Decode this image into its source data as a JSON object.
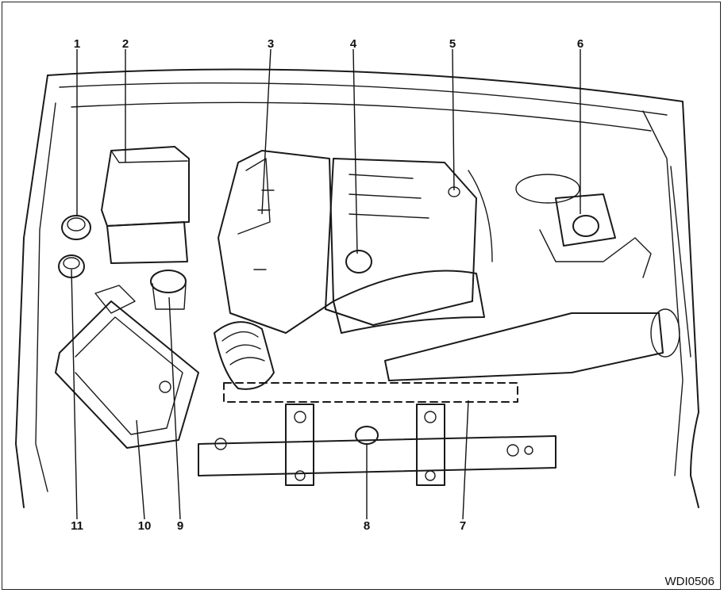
{
  "callouts": {
    "c1": "1",
    "c2": "2",
    "c3": "3",
    "c4": "4",
    "c5": "5",
    "c6": "6",
    "c7": "7",
    "c8": "8",
    "c9": "9",
    "c10": "10",
    "c11": "11"
  },
  "figure_code": "WDI0506"
}
